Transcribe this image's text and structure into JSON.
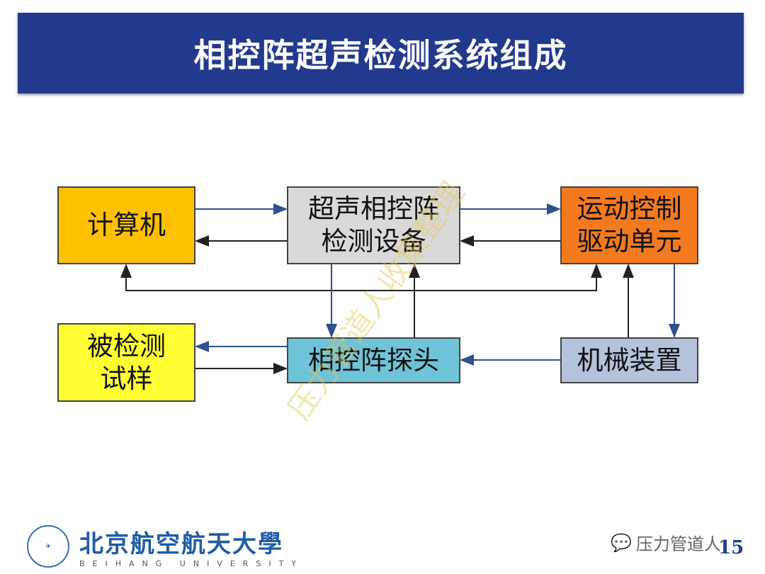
{
  "title": "相控阵超声检测系统组成",
  "boxes": {
    "computer": "计算机",
    "device": "超声相控阵检测设备",
    "motion": "运动控制驱动单元",
    "sample": "被检测试样",
    "probe": "相控阵探头",
    "mechanical": "机械装置"
  },
  "colors": {
    "title_bg": "#223a8e",
    "computer": "#ffc000",
    "device": "#d9d9d9",
    "motion": "#f47a20",
    "sample": "#ffff33",
    "probe": "#6ec3d8",
    "mechanical": "#b4c2dc",
    "blue_arrow": "#2f4f8f",
    "black_arrow": "#222222"
  },
  "watermark": "压力管道人收集整理",
  "footer": {
    "university_cn": "北京航空航天大學",
    "university_en": "BEIHANG UNIVERSITY",
    "brand": "压力管道人",
    "page_number": "15"
  }
}
